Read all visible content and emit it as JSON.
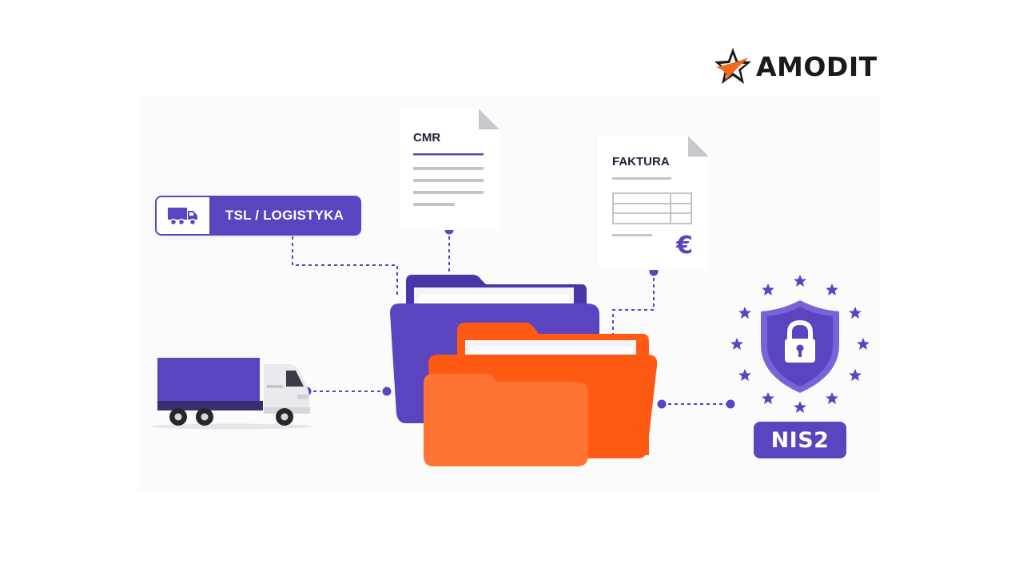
{
  "brand": {
    "name": "AMODIT",
    "icon": "star-swoosh-icon",
    "colors": {
      "orange": "#f26a1b",
      "dark": "#1a1a1a"
    }
  },
  "nodes": {
    "tsl": {
      "label": "TSL / LOGISTYKA",
      "icon": "truck-icon"
    },
    "cmr": {
      "title": "CMR"
    },
    "faktura": {
      "title": "FAKTURA",
      "currency": "€"
    },
    "nis2": {
      "label": "NIS2",
      "icon": "shield-lock-icon"
    },
    "folders": {
      "icon": "folders-icon"
    },
    "truck": {
      "icon": "truck-icon"
    }
  },
  "colors": {
    "purple": "#5a44c0",
    "purple_dark": "#4a36a8",
    "orange": "#ff5a14",
    "orange_light": "#ff7432",
    "connector": "#5a44c0"
  }
}
